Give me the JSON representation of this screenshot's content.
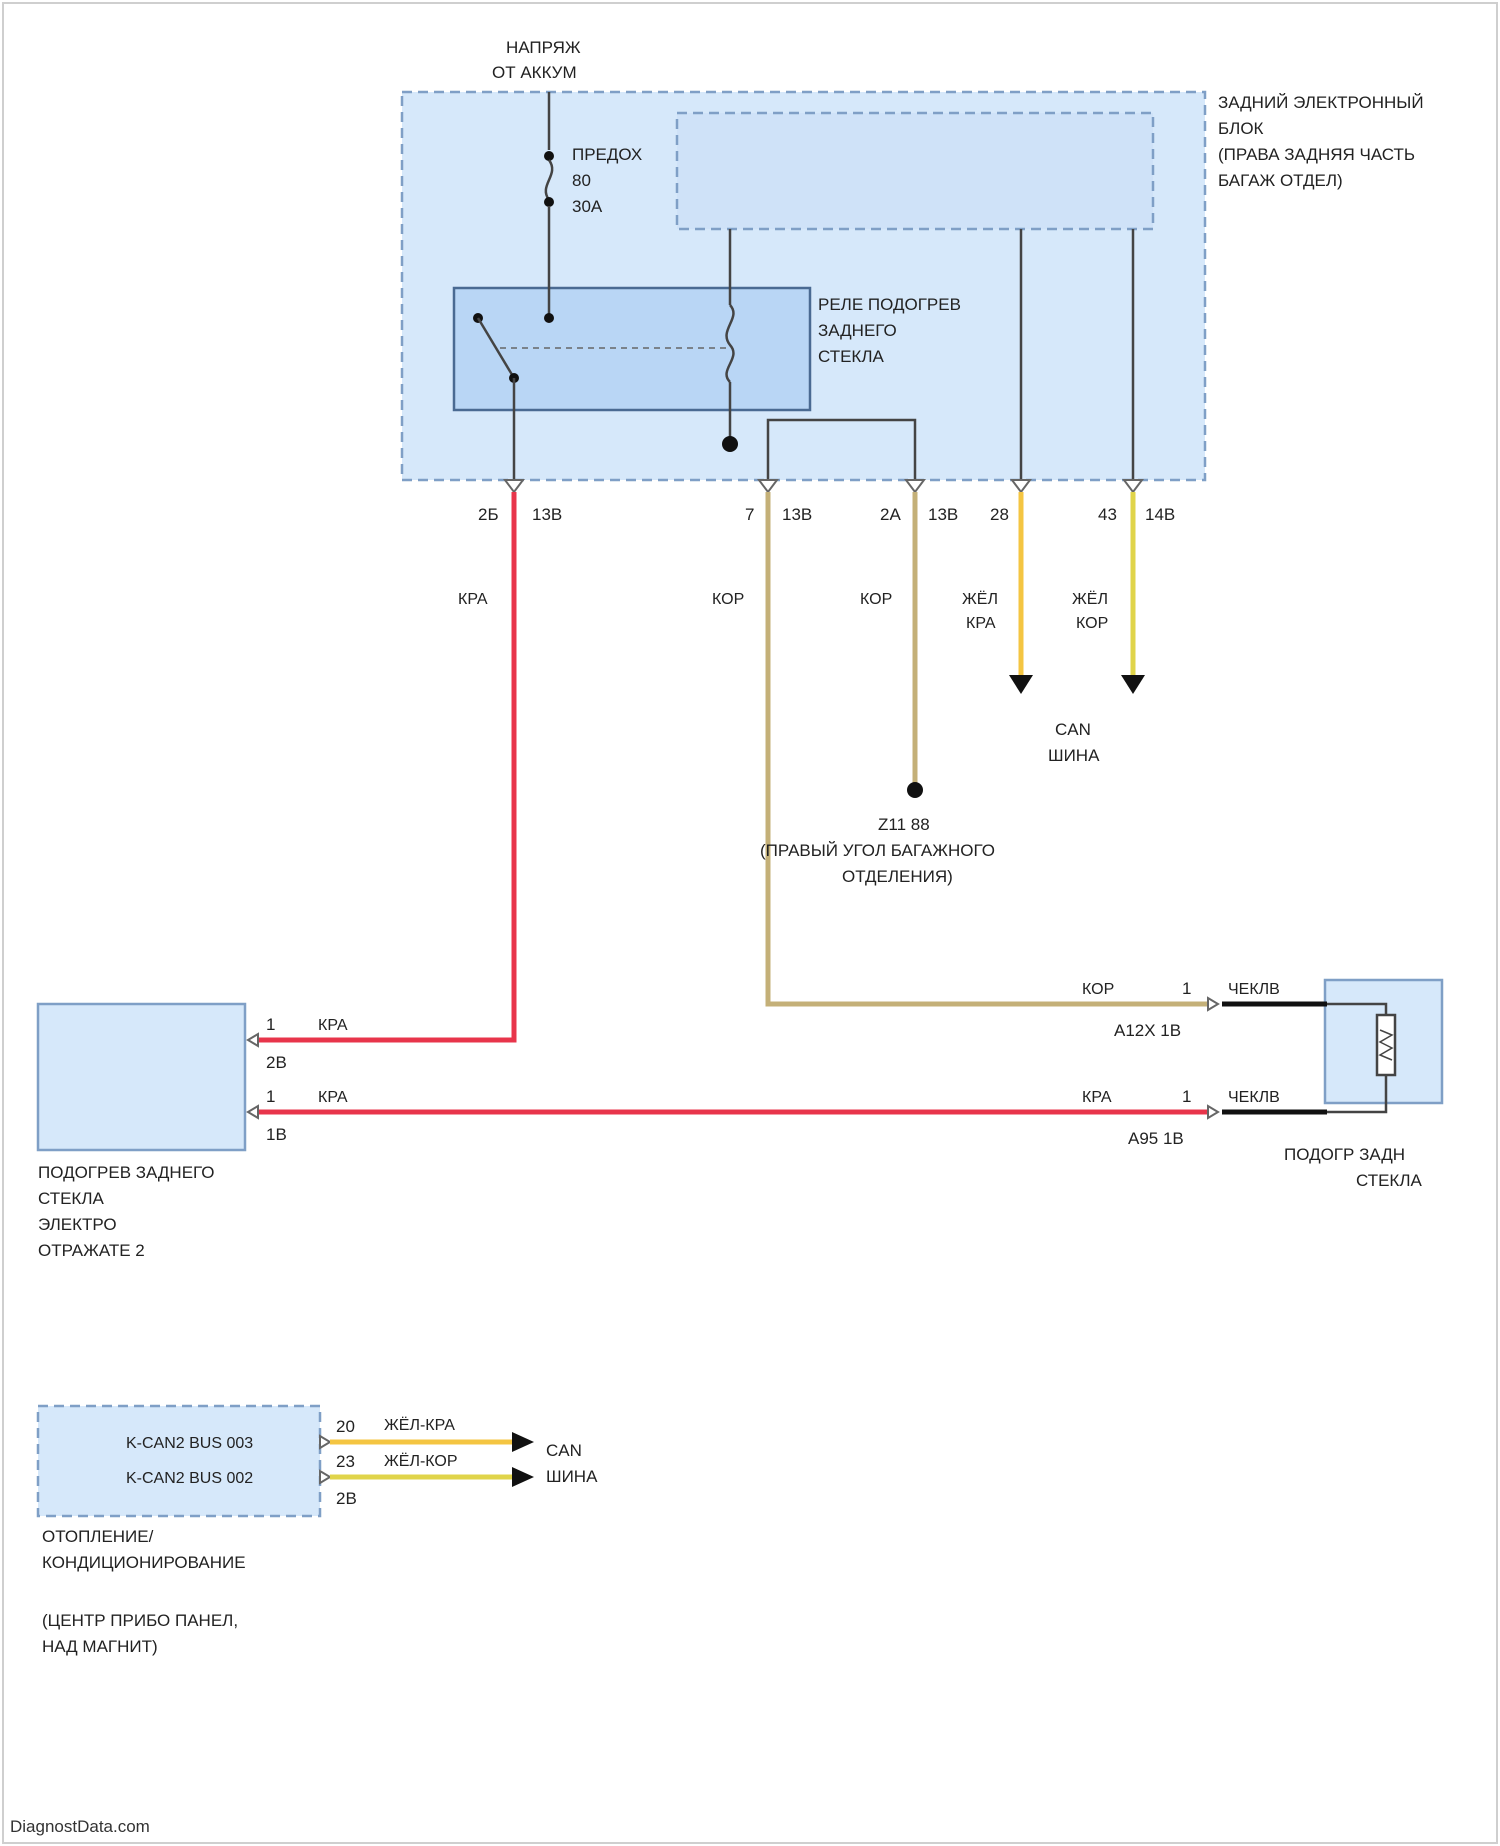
{
  "colors": {
    "module_fill": "#d6e8fa",
    "module_border": "#7f9fc6",
    "relay_fill": "#b9d6f5",
    "wire_red": "#e8354b",
    "wire_tan": "#c4b078",
    "wire_yellow_orange": "#f4c542",
    "wire_yellow_brown": "#e0d44a",
    "wire_black": "#111111"
  },
  "labels": {
    "supply_line1": "НАПРЯЖ",
    "supply_line2": "ОТ АККУМ",
    "fuse_line1": "ПРЕДОХ",
    "fuse_line2": "80",
    "fuse_line3": "30А",
    "rear_unit_line1": "ЗАДНИЙ ЭЛЕКТРОННЫЙ",
    "rear_unit_line2": "БЛОК",
    "rear_unit_line3": "(ПРАВА ЗАДНЯЯ ЧАСТЬ",
    "rear_unit_line4": "БАГАЖ ОТДЕЛ)",
    "relay_line1": "РЕЛЕ ПОДОГРЕВ",
    "relay_line2": "ЗАДНЕГО",
    "relay_line3": "СТЕКЛА",
    "can_line1": "CAN",
    "can_line2": "ШИНА",
    "ground_line1": "Z11 88",
    "ground_line2": "(ПРАВЫЙ УГОЛ БАГАЖНОГО",
    "ground_line3": "ОТДЕЛЕНИЯ)",
    "heater_left_line1": "ПОДОГРЕВ ЗАДНЕГО",
    "heater_left_line2": "СТЕКЛА",
    "heater_left_line3": "ЭЛЕКТРО",
    "heater_left_line4": "ОТРАЖАТЕ 2",
    "heater_right_line1": "ПОДОГР ЗАДН",
    "heater_right_line2": "СТЕКЛА",
    "hvac_line1": "ОТОПЛЕНИЕ/",
    "hvac_line2": "КОНДИЦИОНИРОВАНИЕ",
    "hvac_line3": "(ЦЕНТР ПРИБО ПАНЕЛ,",
    "hvac_line4": "НАД МАГНИТ)",
    "hvac_pin_a": "K-CAN2 BUS 003",
    "hvac_pin_b": "K-CAN2 BUS 002",
    "watermark": "DiagnostData.com"
  },
  "pins": {
    "p1_a": "2Б",
    "p1_b": "13B",
    "p2_a": "7",
    "p2_b": "13B",
    "p3_a": "2А",
    "p3_b": "13B",
    "p4_a": "28",
    "p5_a": "43",
    "p5_b": "14B",
    "left1_num": "1",
    "left1_conn": "2B",
    "left2_num": "1",
    "left2_conn": "1B",
    "right1_num": "1",
    "right1_conn": "A12X 1B",
    "right2_num": "1",
    "right2_conn": "A95 1B",
    "hvac1": "20",
    "hvac2": "23",
    "hvac3": "2B"
  },
  "wire_colors": {
    "w_red_vert": "КРА",
    "w_tan_vert": "КОР",
    "w_tan_ground": "КОР",
    "w_yel_kra_1": "ЖЁЛ",
    "w_yel_kra_2": "КРА",
    "w_yel_kor_1": "ЖЁЛ",
    "w_yel_kor_2": "КОР",
    "w_left1": "КРА",
    "w_left2": "КРА",
    "w_right_tan": "КОР",
    "w_right_red": "КРА",
    "w_black1": "ЧЕКЛВ",
    "w_black2": "ЧЕКЛВ",
    "w_hvac1": "ЖЁЛ-КРА",
    "w_hvac2": "ЖЁЛ-КОР"
  }
}
